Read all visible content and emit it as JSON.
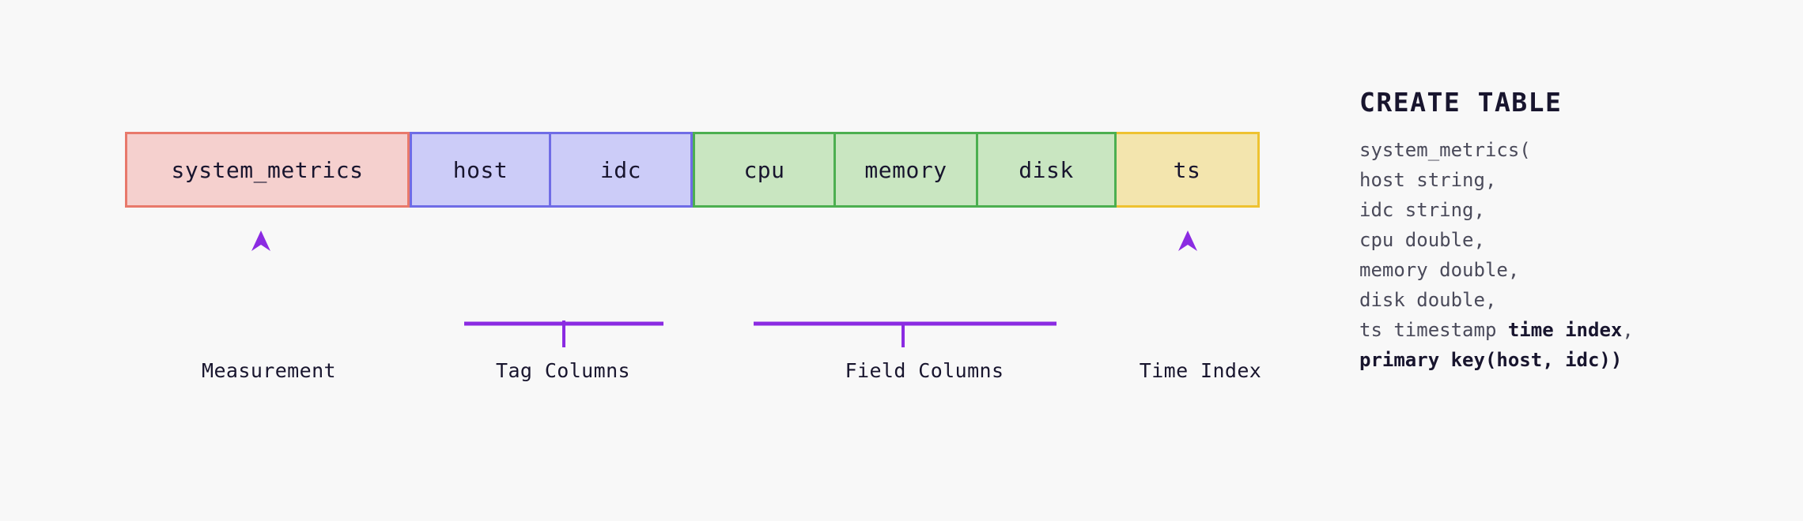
{
  "background_color": "#f8f8f8",
  "schema_bar": {
    "cells": [
      {
        "label": "system_metrics",
        "group": "measurement",
        "fill": "#f5d0ce",
        "border": "#e8796b"
      },
      {
        "label": "host",
        "group": "tag",
        "fill": "#ccccf8",
        "border": "#6f6ce6"
      },
      {
        "label": "idc",
        "group": "tag",
        "fill": "#ccccf8",
        "border": "#6f6ce6"
      },
      {
        "label": "cpu",
        "group": "field",
        "fill": "#c9e6c1",
        "border": "#4caf50"
      },
      {
        "label": "memory",
        "group": "field",
        "fill": "#c9e6c1",
        "border": "#4caf50"
      },
      {
        "label": "disk",
        "group": "field",
        "fill": "#c9e6c1",
        "border": "#4caf50"
      },
      {
        "label": "ts",
        "group": "time",
        "fill": "#f3e5ae",
        "border": "#eec231"
      }
    ]
  },
  "annotations": {
    "connector_color": "#8B2BE2",
    "items": [
      {
        "label": "Measurement",
        "type": "arrow",
        "targets": [
          "system_metrics"
        ]
      },
      {
        "label": "Tag Columns",
        "type": "bracket",
        "targets": [
          "host",
          "idc"
        ]
      },
      {
        "label": "Field Columns",
        "type": "bracket",
        "targets": [
          "cpu",
          "memory",
          "disk"
        ]
      },
      {
        "label": "Time Index",
        "type": "arrow",
        "targets": [
          "ts"
        ]
      }
    ]
  },
  "ddl": {
    "heading": "CREATE TABLE",
    "lines": [
      {
        "parts": [
          {
            "text": "system_metrics(",
            "bold": false
          }
        ]
      },
      {
        "parts": [
          {
            "text": "host string,",
            "bold": false
          }
        ]
      },
      {
        "parts": [
          {
            "text": "idc string,",
            "bold": false
          }
        ]
      },
      {
        "parts": [
          {
            "text": "cpu double,",
            "bold": false
          }
        ]
      },
      {
        "parts": [
          {
            "text": "memory double,",
            "bold": false
          }
        ]
      },
      {
        "parts": [
          {
            "text": "disk double,",
            "bold": false
          }
        ]
      },
      {
        "parts": [
          {
            "text": "ts timestamp ",
            "bold": false
          },
          {
            "text": "time index",
            "bold": true
          },
          {
            "text": ",",
            "bold": false
          }
        ]
      },
      {
        "parts": [
          {
            "text": "primary key(host, idc))",
            "bold": true
          }
        ]
      }
    ]
  }
}
